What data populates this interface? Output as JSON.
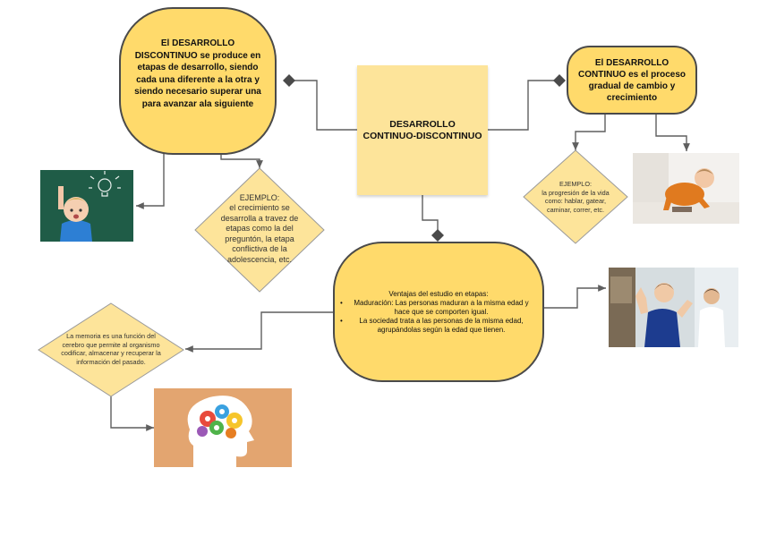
{
  "center": {
    "label": "DESARROLLO CONTINUO-DISCONTINUO"
  },
  "discontinuo": {
    "text": "El DESARROLLO DISCONTINUO se produce en etapas de desarrollo, siendo cada una diferente a la otra y siendo necesario superar una para avanzar ala siguiente"
  },
  "continuo": {
    "text": "El DESARROLLO CONTINUO es el proceso gradual de cambio y crecimiento"
  },
  "ejemplo_discontinuo": {
    "title": "EJEMPLO:",
    "text": "el crecimiento se desarrolla a travez de etapas como la del preguntón, la etapa conflictiva de la adolescencia, etc."
  },
  "ejemplo_continuo": {
    "title": "EJEMPLO:",
    "text": "la progresión de la vida como: hablar, gatear, caminar, correr, etc."
  },
  "ventajas": {
    "title": "Ventajas del estudio en etapas:",
    "items": [
      "Maduración: Las personas maduran a la misma edad y hace que se comporten igual.",
      "La sociedad trata a las personas de la misma edad, agrupándolas según la edad que tienen."
    ]
  },
  "memoria": {
    "text": "La memoria es una función del cerebro que permite al organismo codificar, almacenar y recuperar la información del pasado."
  },
  "colors": {
    "node_fill": "#ffda6b",
    "sticky_fill": "#fde49a",
    "diamond_fill": "#fde49a",
    "line": "#5f5f5f",
    "diamond_marker": "#4a4a4a"
  }
}
